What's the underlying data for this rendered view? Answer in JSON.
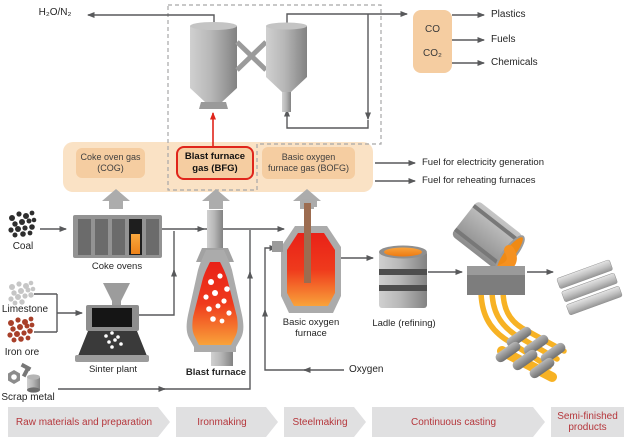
{
  "offgas": {
    "h2o": "H₂O/N₂",
    "co_box": [
      "CO",
      "CO₂"
    ],
    "chemical_outputs": [
      "Plastics",
      "Fuels",
      "Chemicals"
    ],
    "fuel_outputs": [
      "Fuel for electricity generation",
      "Fuel for reheating furnaces"
    ]
  },
  "gas_band": {
    "cog": [
      "Coke oven gas",
      "(COG)"
    ],
    "bfg": [
      "Blast furnace",
      "gas (BFG)"
    ],
    "bofg": [
      "Basic oxygen",
      "furnace gas (BOFG)"
    ]
  },
  "materials": {
    "coal": "Coal",
    "limestone": "Limestone",
    "iron_ore": "Iron ore",
    "scrap": "Scrap metal"
  },
  "equipment": {
    "coke_ovens": "Coke ovens",
    "sinter_plant": "Sinter plant",
    "blast_furnace": "Blast furnace",
    "bof": "Basic oxygen furnace",
    "ladle": "Ladle (refining)"
  },
  "inputs": {
    "oxygen": "Oxygen"
  },
  "process_stages": [
    "Raw materials and preparation",
    "Ironmaking",
    "Steelmaking",
    "Continuous casting",
    "Semi-finished products"
  ],
  "colors": {
    "red_accent": "#E0251B",
    "banner_text": "#B5373C",
    "band_bg": "#FAE2C5",
    "box_bg": "#F5CDA1",
    "line": "#58595B"
  }
}
